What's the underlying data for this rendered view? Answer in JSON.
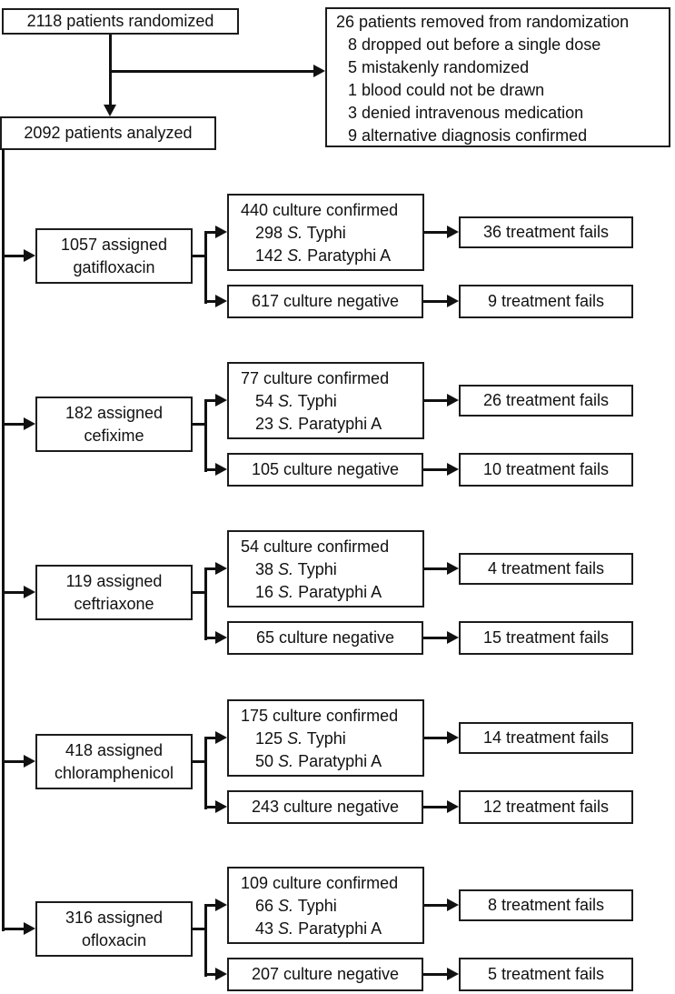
{
  "colors": {
    "background": "#ffffff",
    "foreground": "#111111"
  },
  "top": {
    "randomized_label": "2118 patients randomized",
    "analyzed_label": "2092 patients analyzed"
  },
  "removed_box": {
    "header": "26 patients removed from randomization",
    "reasons": [
      "8 dropped out before a single dose",
      "5 mistakenly randomized",
      "1 blood could not be drawn",
      "3 denied intravenous medication",
      "9 alternative diagnosis confirmed"
    ]
  },
  "labels": {
    "genus": "S.",
    "typhi": "Typhi",
    "paratyphi": "Paratyphi A"
  },
  "arms": [
    {
      "assigned": "1057 assigned",
      "drug": "gatifloxacin",
      "confirmed": "440 culture confirmed",
      "typhi_count": "298",
      "paratyphi_count": "142",
      "confirmed_fails": "36 treatment fails",
      "negative": "617 culture negative",
      "negative_fails": "9 treatment fails"
    },
    {
      "assigned": "182 assigned",
      "drug": "cefixime",
      "confirmed": "77 culture confirmed",
      "typhi_count": "54",
      "paratyphi_count": "23",
      "confirmed_fails": "26 treatment fails",
      "negative": "105 culture negative",
      "negative_fails": "10 treatment fails"
    },
    {
      "assigned": "119 assigned",
      "drug": "ceftriaxone",
      "confirmed": "54 culture confirmed",
      "typhi_count": "38",
      "paratyphi_count": "16",
      "confirmed_fails": "4 treatment fails",
      "negative": "65 culture negative",
      "negative_fails": "15 treatment fails"
    },
    {
      "assigned": "418 assigned",
      "drug": "chloramphenicol",
      "confirmed": "175 culture confirmed",
      "typhi_count": "125",
      "paratyphi_count": "50",
      "confirmed_fails": "14 treatment fails",
      "negative": "243 culture negative",
      "negative_fails": "12 treatment fails"
    },
    {
      "assigned": "316 assigned",
      "drug": "ofloxacin",
      "confirmed": "109 culture confirmed",
      "typhi_count": "66",
      "paratyphi_count": "43",
      "confirmed_fails": "8 treatment fails",
      "negative": "207 culture negative",
      "negative_fails": "5 treatment fails"
    }
  ]
}
